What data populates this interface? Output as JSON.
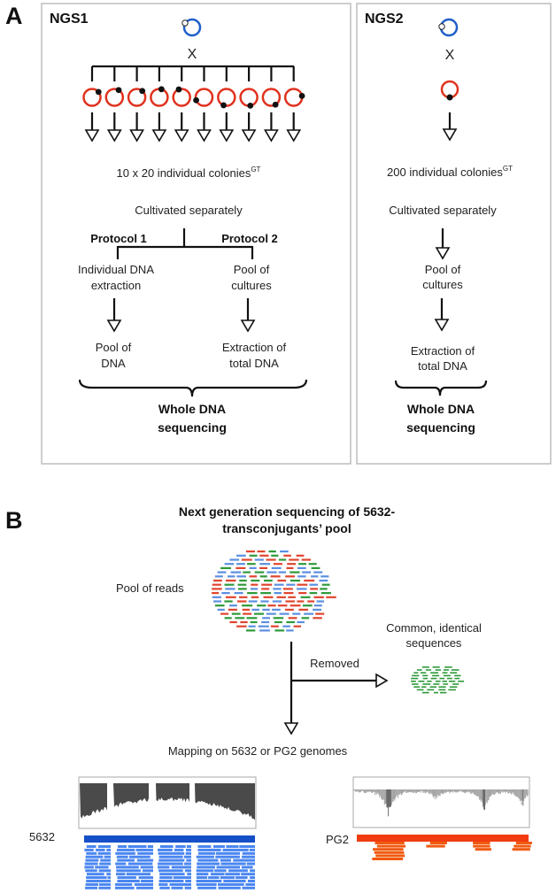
{
  "panel_a": {
    "label": "A",
    "ngs1": {
      "title": "NGS1",
      "cross_symbol": "X",
      "recipient_count": 10,
      "colonies_text": "10 x 20 individual colonies",
      "colonies_superscript": "GT",
      "cultivated_text": "Cultivated separately",
      "protocol1": {
        "title": "Protocol 1",
        "step1_line1": "Individual DNA",
        "step1_line2": "extraction",
        "step2_line1": "Pool of",
        "step2_line2": "DNA"
      },
      "protocol2": {
        "title": "Protocol 2",
        "step1_line1": "Pool of",
        "step1_line2": "cultures",
        "step2_line1": "Extraction of",
        "step2_line2": "total DNA"
      },
      "result_line1": "Whole DNA",
      "result_line2": "sequencing"
    },
    "ngs2": {
      "title": "NGS2",
      "cross_symbol": "X",
      "colonies_text": "200 individual colonies",
      "colonies_superscript": "GT",
      "cultivated_text": "Cultivated separately",
      "step1_line1": "Pool of",
      "step1_line2": "cultures",
      "step2_line1": "Extraction of",
      "step2_line2": "total DNA",
      "result_line1": "Whole DNA",
      "result_line2": "sequencing"
    }
  },
  "panel_b": {
    "label": "B",
    "title_line1": "Next generation sequencing of  5632-",
    "title_line2": "transconjugants’ pool",
    "pool_label": "Pool of reads",
    "common_line1": "Common, identical",
    "common_line2": "sequences",
    "removed_label": "Removed",
    "mapping_label": "Mapping on 5632 or PG2 genomes",
    "genome1_label": "5632",
    "genome2_label": "PG2"
  },
  "colors": {
    "donor_plasmid": "#1f5fc8",
    "recipient": "#e0321e",
    "read_blue": "#5b8fe0",
    "read_red": "#e0452e",
    "read_green": "#2e9a3a",
    "genome_5632": "#1550c8",
    "reads_5632": "#4a86f0",
    "genome_pg2": "#f03c10",
    "reads_pg2": "#f05a10",
    "coverage_dark": "#4a4a4a",
    "coverage_light": "#9a9a9a"
  }
}
